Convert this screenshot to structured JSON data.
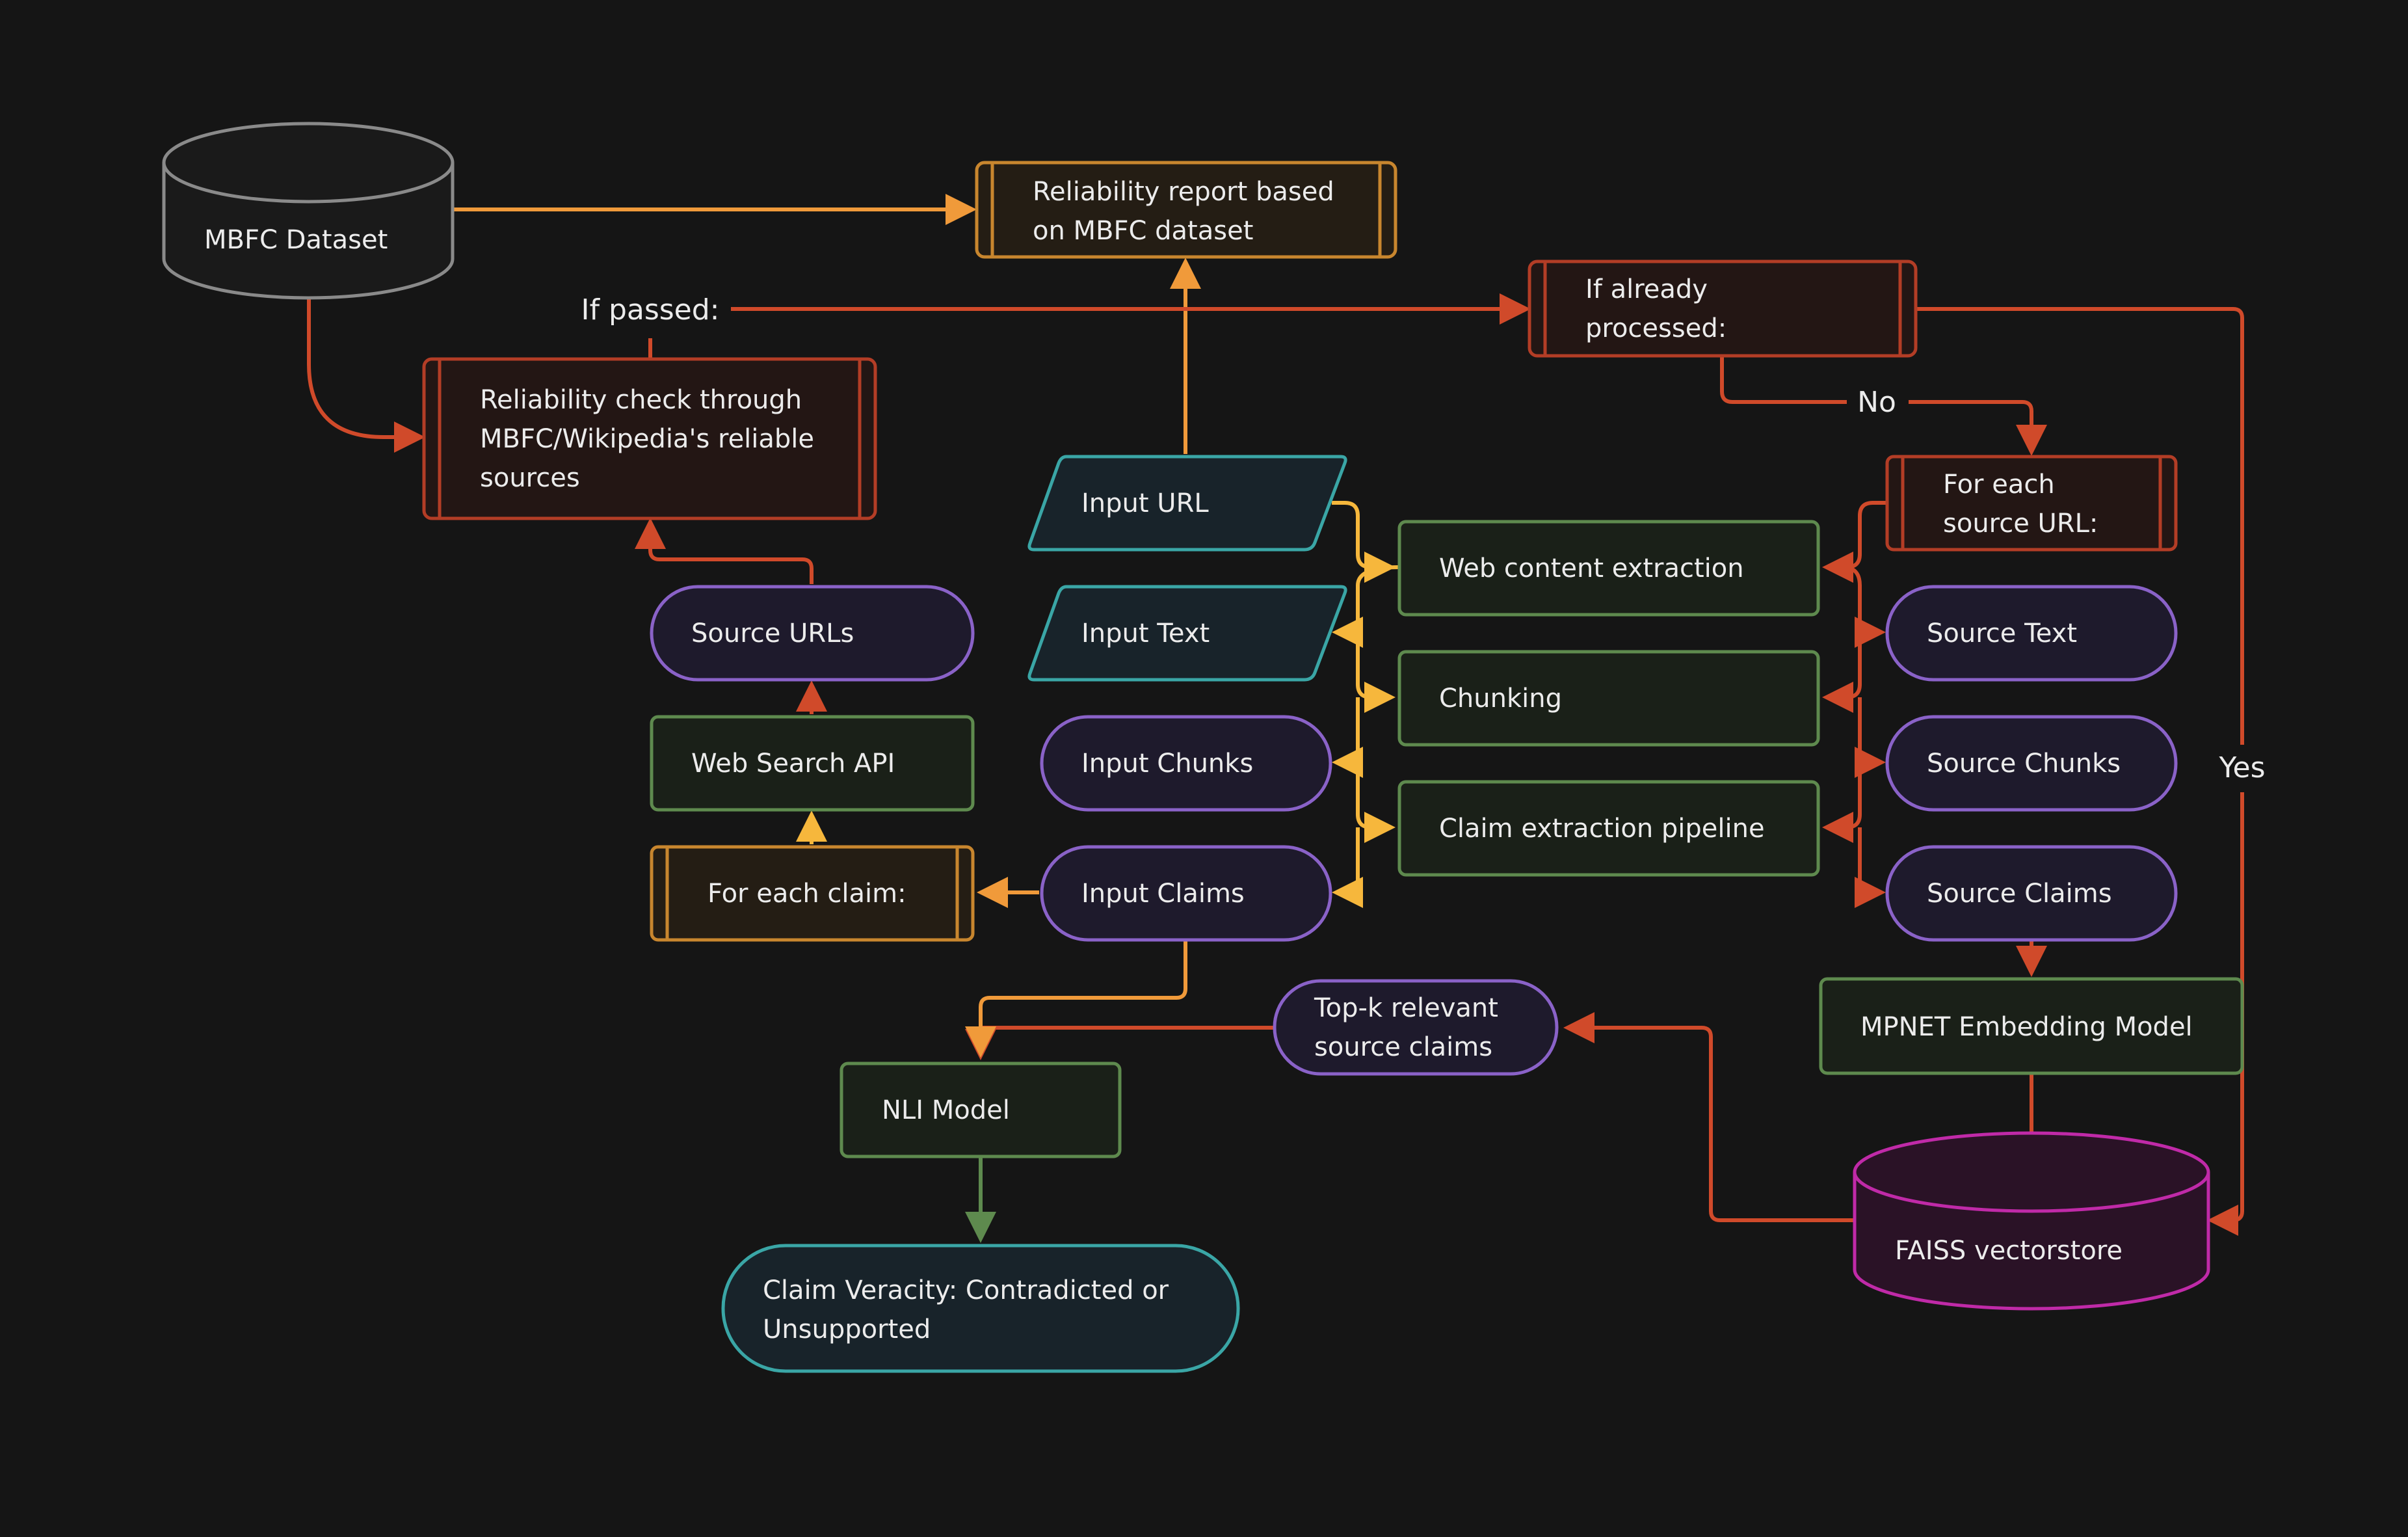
{
  "colors": {
    "background": "#151515",
    "orange": "#f09a3a",
    "red": "#d04a2a",
    "green": "#5e8a4e",
    "teal": "#3aa6a6",
    "purple": "#8a62c8",
    "magenta": "#c02aa8",
    "gray": "#8a8a8a",
    "yellow": "#f6b73c"
  },
  "nodes": {
    "mbfc_dataset": {
      "label": "MBFC Dataset"
    },
    "reliability_report": {
      "line1": "Reliability report based",
      "line2": "on MBFC dataset"
    },
    "if_already_processed": {
      "line1": "If already",
      "line2": "processed:"
    },
    "reliability_check": {
      "line1": "Reliability check through",
      "line2": "MBFC/Wikipedia's reliable",
      "line3": "sources"
    },
    "input_url": {
      "label": "Input URL"
    },
    "input_text": {
      "label": "Input Text"
    },
    "input_chunks": {
      "label": "Input Chunks"
    },
    "input_claims": {
      "label": "Input Claims"
    },
    "web_content_extraction": {
      "label": "Web content extraction"
    },
    "chunking": {
      "label": "Chunking"
    },
    "claim_extraction": {
      "label": "Claim extraction pipeline"
    },
    "for_each_source_url": {
      "line1": "For each",
      "line2": "source URL:"
    },
    "source_text": {
      "label": "Source Text"
    },
    "source_chunks": {
      "label": "Source Chunks"
    },
    "source_claims": {
      "label": "Source Claims"
    },
    "source_urls": {
      "label": "Source URLs"
    },
    "web_search_api": {
      "label": "Web Search API"
    },
    "for_each_claim": {
      "label": "For each claim:"
    },
    "mpnet": {
      "label": "MPNET Embedding Model"
    },
    "faiss": {
      "label": "FAISS vectorstore"
    },
    "topk": {
      "line1": "Top-k relevant",
      "line2": "source claims"
    },
    "nli": {
      "label": "NLI Model"
    },
    "veracity": {
      "line1": "Claim Veracity: Contradicted or",
      "line2": "Unsupported"
    }
  },
  "edge_labels": {
    "if_passed": "If passed:",
    "no": "No",
    "yes": "Yes"
  }
}
